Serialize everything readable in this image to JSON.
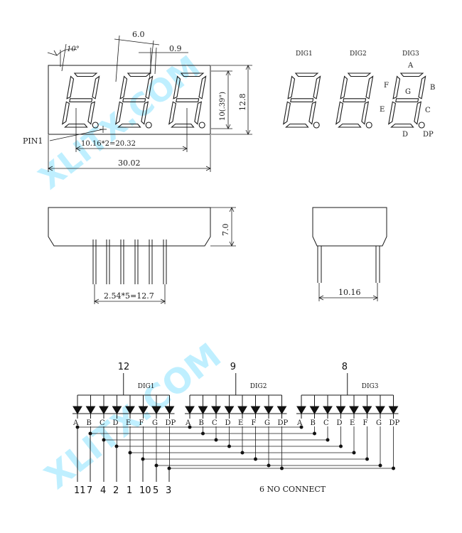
{
  "watermark": "XLITX.COM",
  "front": {
    "angle": "10°",
    "digit_width": "6.0",
    "stroke_width": "0.9",
    "digit_height": "10(.39\")",
    "height": "12.8",
    "pin1": "PIN1",
    "digit_pitch": "10.16*2=20.32",
    "width": "30.02"
  },
  "labels": {
    "dig1": "DIG1",
    "dig2": "DIG2",
    "dig3": "DIG3",
    "A": "A",
    "B": "B",
    "C": "C",
    "D": "D",
    "E": "E",
    "F": "F",
    "G": "G",
    "DP": "DP"
  },
  "side": {
    "height": "7.0",
    "pin_pitch": "2.54*5=12.7",
    "depth": "10.16"
  },
  "schematic": {
    "digits": [
      {
        "name": "DIG1",
        "pin": "12"
      },
      {
        "name": "DIG2",
        "pin": "9"
      },
      {
        "name": "DIG3",
        "pin": "8"
      }
    ],
    "segments": [
      "A",
      "B",
      "C",
      "D",
      "E",
      "F",
      "G",
      "DP"
    ],
    "bottom_pins": [
      "11",
      "7",
      "4",
      "2",
      "1",
      "10",
      "5",
      "3"
    ],
    "note": "6  NO  CONNECT"
  }
}
